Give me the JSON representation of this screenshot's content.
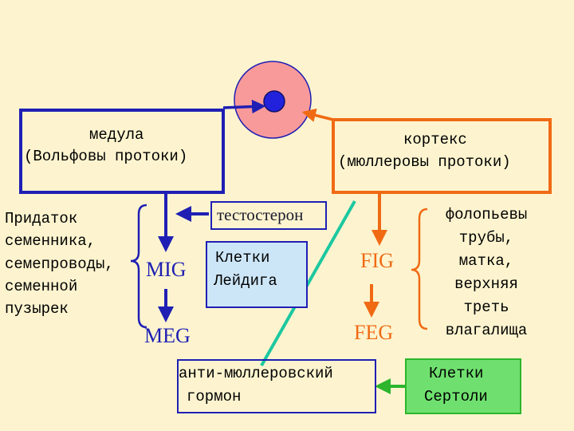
{
  "medulla_box": {
    "line1": "медула",
    "line2": "(Вольфовы протоки)"
  },
  "cortex_box": {
    "line1": "кортекс",
    "line2": "(мюллеровы протоки)"
  },
  "testosterone_label": "тестостерон",
  "leydig_box": {
    "line1": "Клетки",
    "line2": "Лейдига"
  },
  "male_structures": [
    "Придаток",
    "семенника,",
    "семепроводы,",
    "семенной",
    "пузырек"
  ],
  "mig_label": "MIG",
  "meg_label": "MEG",
  "fig_label": "FIG",
  "feg_label": "FEG",
  "female_structures": [
    "фолопьевы",
    "трубы,",
    "матка,",
    "верхняя",
    "треть",
    "влагалища"
  ],
  "amh_box": {
    "line1": "анти-мюллеровский",
    "line2": "гормон"
  },
  "sertoli_box": {
    "line1": "Клетки",
    "line2": "Сертоли"
  },
  "colors": {
    "background": "#fdf4cf",
    "blue": "#1f1fb4",
    "orange": "#f06a14",
    "green_teal": "#1cc8a0",
    "green": "#2db52d",
    "gonad_pink": "#f99a9a",
    "leydig_fill": "#cde6f7",
    "sertoli_fill": "#6fe06f",
    "text": "#1a1a2e"
  }
}
